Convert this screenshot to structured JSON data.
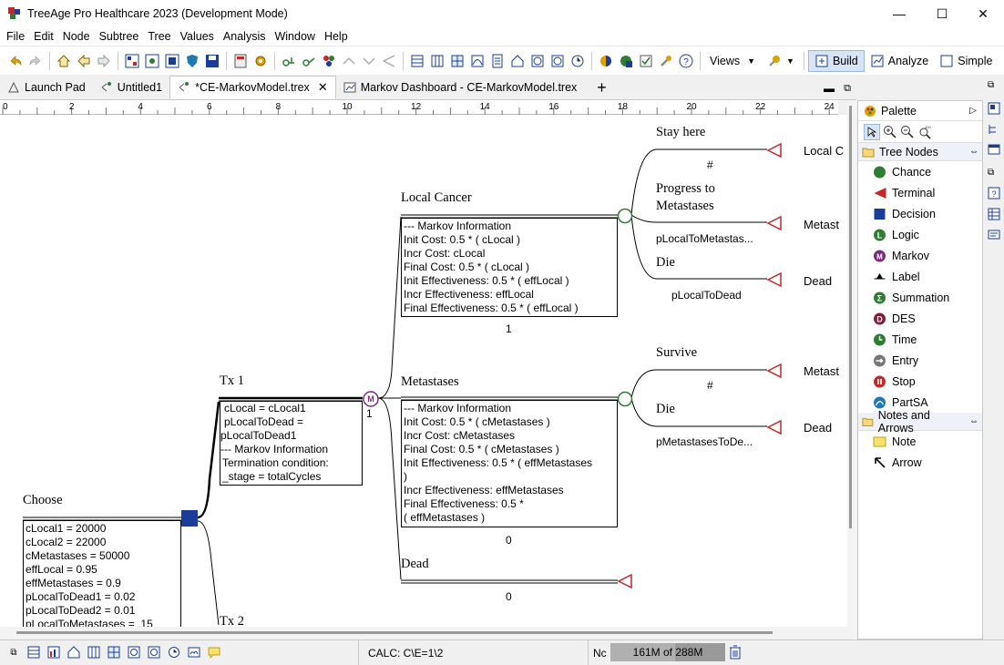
{
  "window": {
    "title": "TreeAge Pro Healthcare 2023 (Development Mode)",
    "controls": [
      "—",
      "☐",
      "✕"
    ]
  },
  "menu": [
    "File",
    "Edit",
    "Node",
    "Subtree",
    "Tree",
    "Values",
    "Analysis",
    "Window",
    "Help"
  ],
  "toolbar": {
    "views_label": "Views",
    "build_label": "Build",
    "analyze_label": "Analyze",
    "simple_label": "Simple"
  },
  "tabs": [
    {
      "label": "Launch Pad"
    },
    {
      "label": "Untitled1"
    },
    {
      "label": "*CE-MarkovModel.trex"
    },
    {
      "label": "Markov Dashboard - CE-MarkovModel.trex"
    }
  ],
  "ruler": {
    "ticks": [
      "0",
      "2",
      "4",
      "6",
      "8",
      "10",
      "12",
      "14",
      "16",
      "18",
      "20",
      "22",
      "24"
    ]
  },
  "tree": {
    "root": {
      "name": "Choose",
      "values": [
        "cLocal1 = 20000",
        "cLocal2 = 22000",
        "cMetastases = 50000",
        "effLocal = 0.95",
        "effMetastases = 0.9",
        "pLocalToDead1 = 0.02",
        "pLocalToDead2 = 0.01",
        "pLocalToMetastases = .15"
      ]
    },
    "tx1": {
      "name": "Tx 1",
      "markov_symbol": "M",
      "branch_prob": "1",
      "box": [
        "cLocal = cLocal1",
        "pLocalToDead =",
        "pLocalToDead1",
        "--- Markov Information",
        "Termination condition:",
        "_stage = totalCycles"
      ]
    },
    "tx2": {
      "name": "Tx 2"
    },
    "local_cancer": {
      "name": "Local Cancer",
      "box": [
        "--- Markov Information",
        "Init Cost: 0.5 * ( cLocal )",
        "Incr Cost: cLocal",
        "Final Cost: 0.5 * ( cLocal )",
        "Init Effectiveness: 0.5 * ( effLocal )",
        "Incr Effectiveness: effLocal",
        "Final Effectiveness: 0.5 * ( effLocal )"
      ],
      "prob": "1"
    },
    "metastases": {
      "name": "Metastases",
      "box": [
        "--- Markov Information",
        "Init Cost: 0.5 * ( cMetastases )",
        "Incr Cost: cMetastases",
        "Final Cost: 0.5 * ( cMetastases )",
        "Init Effectiveness: 0.5 * ( effMetastases",
        ")",
        "Incr Effectiveness: effMetastases",
        "Final Effectiveness: 0.5 *",
        "( effMetastases )"
      ],
      "prob": "0"
    },
    "dead": {
      "name": "Dead",
      "prob": "0"
    },
    "local_children": [
      {
        "name": "Stay here",
        "prob": "#",
        "jump": "Local C"
      },
      {
        "name": "Progress to Metastases",
        "name_line1": "Progress to",
        "name_line2": "Metastases",
        "prob": "pLocalToMetastas...",
        "jump": "Metast"
      },
      {
        "name": "Die",
        "prob": "pLocalToDead",
        "jump": "Dead"
      }
    ],
    "met_children": [
      {
        "name": "Survive",
        "prob": "#",
        "jump": "Metast"
      },
      {
        "name": "Die",
        "prob": "pMetastasesToDe...",
        "jump": "Dead"
      }
    ]
  },
  "palette": {
    "title": "Palette",
    "tree_nodes_label": "Tree Nodes",
    "items": [
      {
        "label": "Chance",
        "icon": "chance-icon",
        "color": "#2e7d32"
      },
      {
        "label": "Terminal",
        "icon": "terminal-icon",
        "color": "#c62828"
      },
      {
        "label": "Decision",
        "icon": "decision-icon",
        "color": "#1a3d9a"
      },
      {
        "label": "Logic",
        "icon": "logic-icon",
        "color": "#2e7d32"
      },
      {
        "label": "Markov",
        "icon": "markov-icon",
        "color": "#7b2a7b"
      },
      {
        "label": "Label",
        "icon": "label-icon",
        "color": "#000000"
      },
      {
        "label": "Summation",
        "icon": "summation-icon",
        "color": "#2e7d32"
      },
      {
        "label": "DES",
        "icon": "des-icon",
        "color": "#7b1f3a"
      },
      {
        "label": "Time",
        "icon": "time-icon",
        "color": "#2e7d32"
      },
      {
        "label": "Entry",
        "icon": "entry-icon",
        "color": "#777777"
      },
      {
        "label": "Stop",
        "icon": "stop-icon",
        "color": "#c62828"
      },
      {
        "label": "PartSA",
        "icon": "partsa-icon",
        "color": "#1f7ab0"
      }
    ],
    "notes_label": "Notes and Arrows",
    "notes_items": [
      {
        "label": "Note",
        "icon": "note-icon"
      },
      {
        "label": "Arrow",
        "icon": "arrow-icon"
      }
    ]
  },
  "status": {
    "calc": "CALC: C\\E=1\\2",
    "nc": "Nc",
    "memory": "161M of 288M",
    "memory_fraction": 0.56
  }
}
